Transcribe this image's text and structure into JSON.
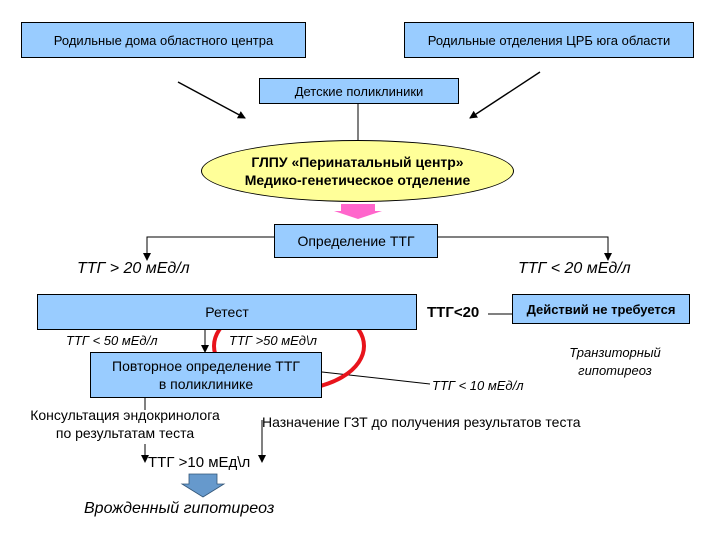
{
  "colors": {
    "box_fill": "#99ccff",
    "ellipse_fill": "#ffff99",
    "highlight_circle": "#e8141c",
    "arrow_pink": "#ff66cc",
    "arrow_blue": "#6699cc"
  },
  "boxes": {
    "maternity_regional": "Родильные дома областного центра",
    "maternity_crb": "Родильные отделения ЦРБ юга области",
    "children_clinics": "Детские поликлиники",
    "determination": "Определение ТТГ",
    "retest": "Ретест",
    "no_action": "Действий не требуется",
    "repeat": {
      "line1": "Повторное определение ТТГ",
      "line2": "в поликлинике"
    }
  },
  "center": {
    "line1": "ГЛПУ «Перинатальный центр»",
    "line2": "Медико-генетическое отделение"
  },
  "labels": {
    "ttg_gt_20": "ТТГ > 20 мЕд/л",
    "ttg_lt_20": "ТТГ < 20 мЕд/л",
    "ttg_lt_50": "ТТГ < 50 мЕд/л",
    "ttg_gt_50": "ТТГ >50 мЕд\\л",
    "ttg_lt20_short": "ТТГ<20",
    "transient": {
      "line1": "Транзиторный",
      "line2": "гипотиреоз"
    },
    "ttg_lt_10": "ТТГ <  10 мЕд/л",
    "consult": {
      "line1": "Консультация эндокринолога",
      "line2": "по результатам теста"
    },
    "hrt": "Назначение ГЗТ до получения результатов теста",
    "ttg_gt_10": "ТТГ >10 мЕд\\л",
    "congenital": "Врожденный гипотиреоз"
  }
}
